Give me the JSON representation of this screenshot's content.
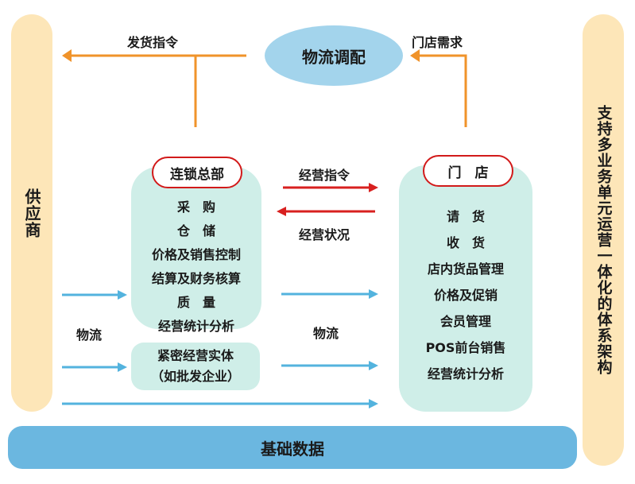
{
  "supplier": "供应商",
  "side_note": "支持多业务单元运营一体化的体系架构",
  "logistics_dispatch": "物流调配",
  "ship_order": "发货指令",
  "store_demand": "门店需求",
  "hq": {
    "title": "连锁总部",
    "items": [
      "采　购",
      "仓　储",
      "价格及销售控制",
      "结算及财务核算",
      "质　量",
      "经营统计分析"
    ]
  },
  "store": {
    "title": "门　店",
    "items": [
      "请　货",
      "收　货",
      "店内货品管理",
      "价格及促销",
      "会员管理",
      "POS前台销售",
      "经营统计分析"
    ]
  },
  "business_order": "经营指令",
  "business_status": "经营状况",
  "logistics_left": "物流",
  "logistics_mid": "物流",
  "entity": {
    "line1": "紧密经营实体",
    "line2": "（如批发企业）"
  },
  "base_data": "基础数据",
  "colors": {
    "orange": "#f0932a",
    "red": "#d8201f",
    "blue": "#53b3de",
    "side_bar": "#fde6b8",
    "box": "#cfeee8",
    "oval": "#a3d4ec",
    "base": "#6bb7e0"
  }
}
